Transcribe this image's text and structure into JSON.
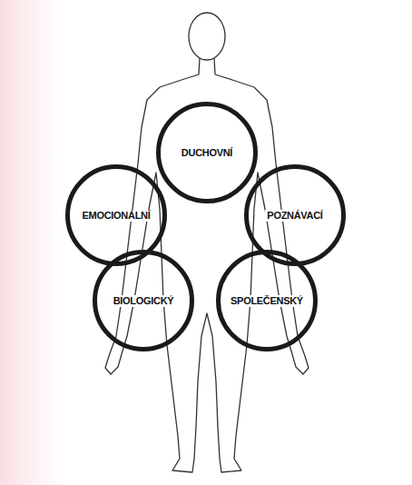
{
  "diagram": {
    "nodes": [
      {
        "text": [
          "DUCHOVNÍ"
        ]
      },
      {
        "text": [
          "EMOCIONÁLNÍ"
        ]
      },
      {
        "text": [
          "POZNÁVACÍ"
        ]
      },
      {
        "text": [
          "BIOLOGICKÝ"
        ]
      },
      {
        "text": [
          "SPOLEČENSKÝ"
        ]
      }
    ]
  }
}
